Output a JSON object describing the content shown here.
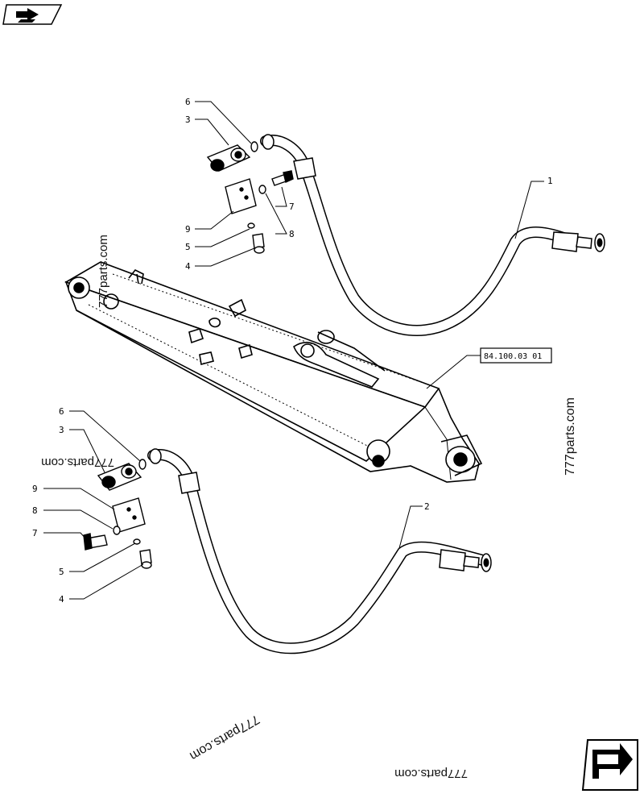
{
  "diagram": {
    "reference_box": "84.100.03 01",
    "callouts": {
      "top": [
        "6",
        "3",
        "9",
        "5",
        "4",
        "7",
        "8",
        "1"
      ],
      "bottom": [
        "6",
        "3",
        "9",
        "8",
        "7",
        "5",
        "4",
        "2"
      ]
    }
  },
  "watermarks": [
    "777parts.com",
    "777parts.com",
    "777parts.com",
    "777parts.com",
    "777parts.com"
  ]
}
